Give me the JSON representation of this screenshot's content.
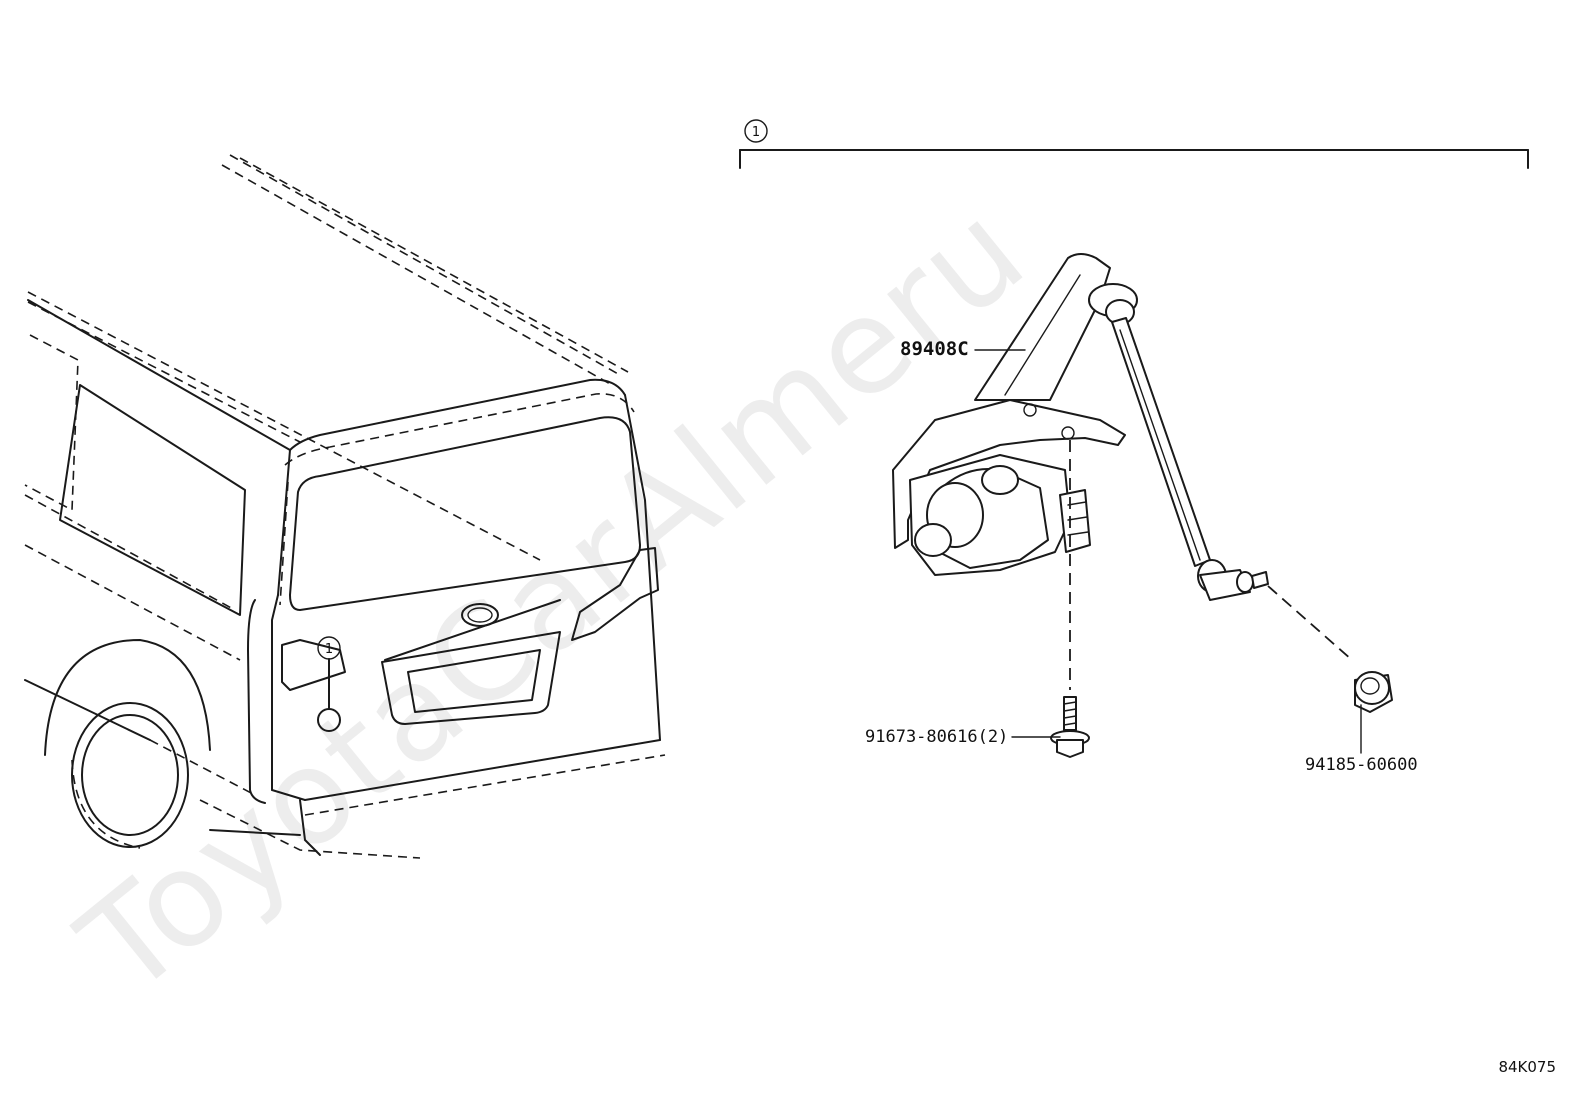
{
  "watermark": "ToyotaCarAlmeru",
  "callouts": {
    "bracket_ref": "1",
    "van_ref": "1"
  },
  "parts": {
    "sensor": "89408C",
    "bolt": "91673-80616(2)",
    "nut": "94185-60600"
  },
  "figure_code": "84K075"
}
